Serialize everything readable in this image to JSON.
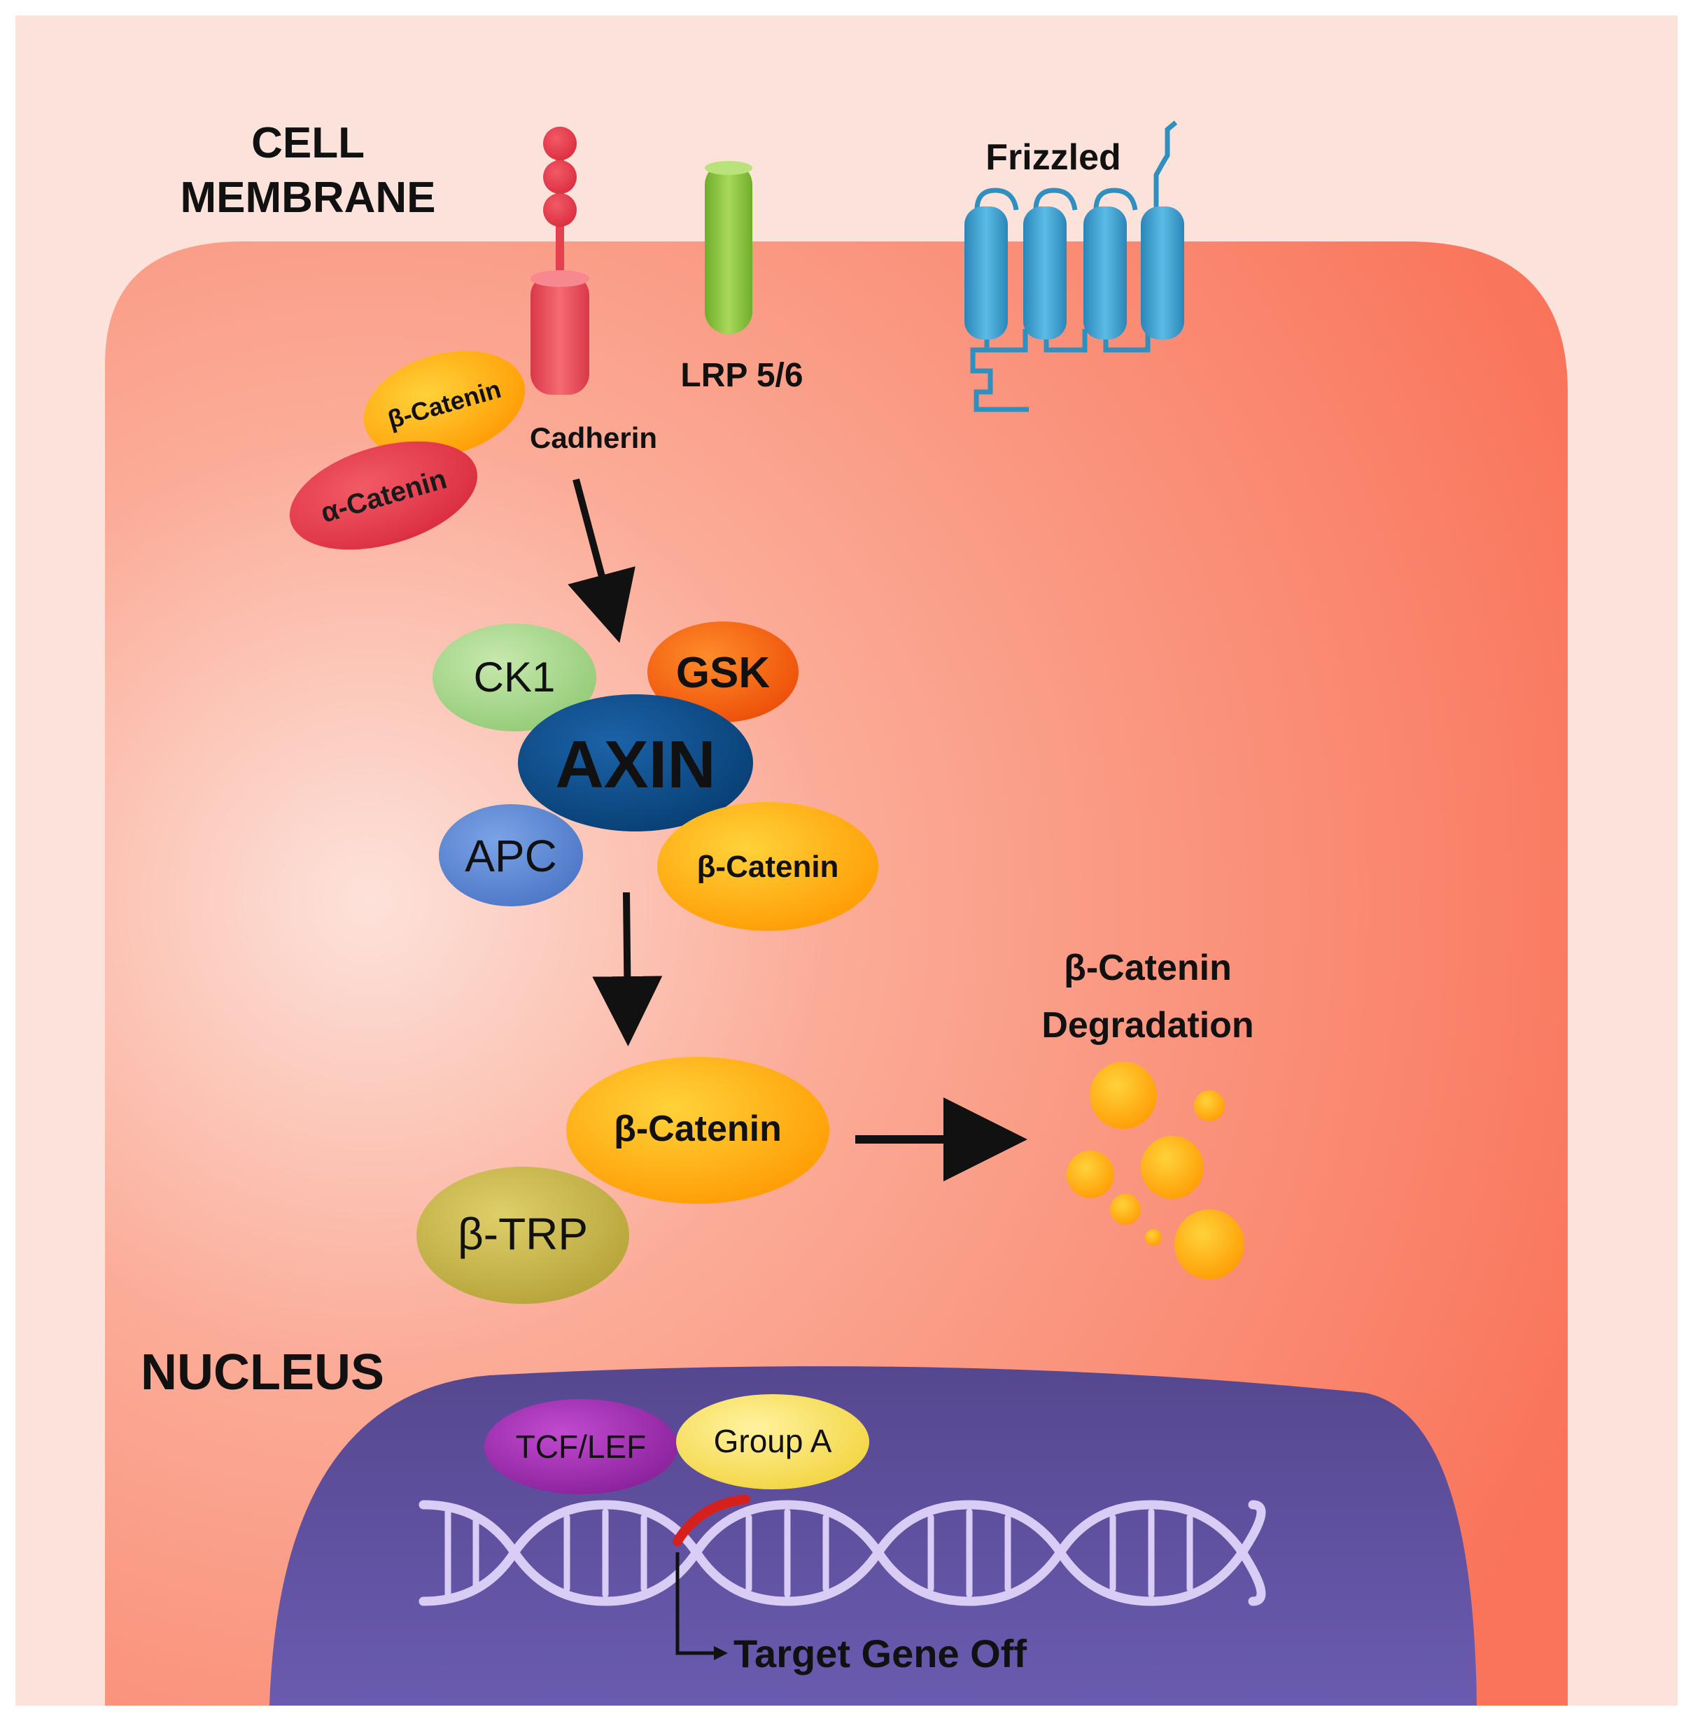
{
  "labels": {
    "cell_membrane_line1": "CELL",
    "cell_membrane_line2": "MEMBRANE",
    "frizzled": "Frizzled",
    "lrp": "LRP 5/6",
    "cadherin": "Cadherin",
    "beta_catenin_membrane": "β-Catenin",
    "alpha_catenin": "α-Catenin",
    "ck1": "CK1",
    "gsk": "GSK",
    "axin": "AXIN",
    "apc": "APC",
    "beta_catenin_complex": "β-Catenin",
    "beta_catenin_free": "β-Catenin",
    "beta_trp": "β-TRP",
    "degradation_line1": "β-Catenin",
    "degradation_line2": "Degradation",
    "nucleus": "NUCLEUS",
    "tcf_lef": "TCF/LEF",
    "group_a": "Group A",
    "target_gene": "Target Gene Off"
  },
  "colors": {
    "cytoplasm": "#f98a72",
    "extracellular": "#fbe3db",
    "nucleus": "#5e4f9b",
    "beta_catenin": "#ffa200",
    "alpha_catenin": "#e3384a",
    "cadherin": "#f0505a",
    "lrp": "#8ec63f",
    "frizzled": "#3aa1cf",
    "ck1": "#a9d88c",
    "gsk": "#f7620f",
    "axin": "#0a4e8f",
    "apc": "#5c8ad6",
    "beta_trp": "#c9b64a",
    "tcf_lef": "#a02fb0",
    "group_a": "#f8e15a",
    "dna": "#d9cdf5"
  }
}
